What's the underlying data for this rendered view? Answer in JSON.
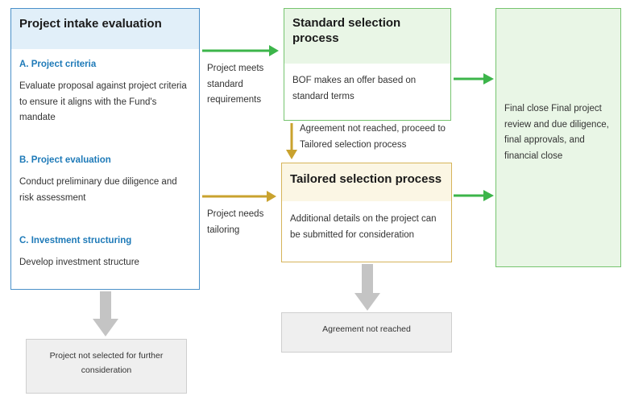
{
  "intake": {
    "title": "Project intake evaluation",
    "sections": [
      {
        "title": "A. Project criteria",
        "body": "Evaluate proposal against project criteria to ensure it aligns with the Fund's mandate"
      },
      {
        "title": "B. Project evaluation",
        "body": "Conduct preliminary due diligence and risk assessment"
      },
      {
        "title": "C. Investment structuring",
        "body": "Develop investment structure"
      }
    ]
  },
  "standard": {
    "title": "Standard selection process",
    "body": "BOF makes an offer based on standard terms"
  },
  "tailored": {
    "title": "Tailored selection process",
    "body": "Additional details on the project can be submitted for consideration"
  },
  "final_close": {
    "body": "Final close Final project review and due diligence, final approvals, and financial close"
  },
  "labels": {
    "meets_standard": "Project  meets standard requirements",
    "needs_tailoring": "Project needs tailoring",
    "agreement_proceed": "Agreement not reached, proceed to Tailored selection process"
  },
  "outcomes": {
    "not_selected": "Project not selected for further consideration",
    "not_reached": "Agreement not reached"
  },
  "colors": {
    "blue": "#4a90c9",
    "green": "#3cb54a",
    "gold": "#c9a22e",
    "grey": "#c4c4c4"
  }
}
